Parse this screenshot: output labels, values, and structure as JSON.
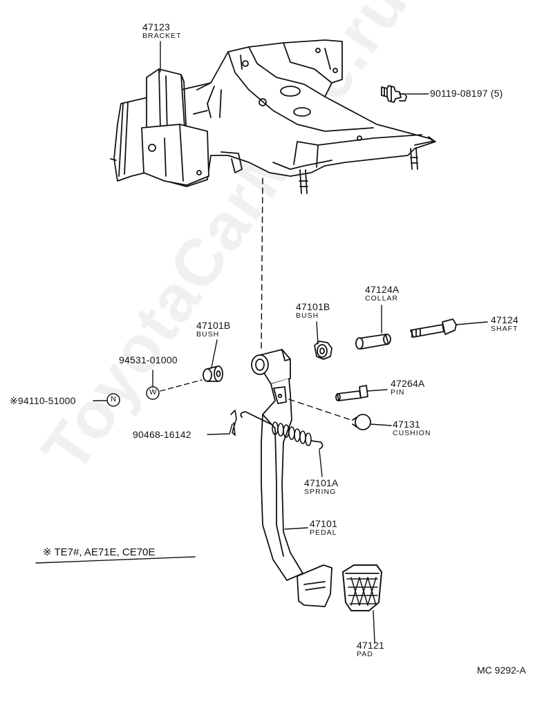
{
  "parts": {
    "bracket": {
      "number": "47123",
      "name": "BRACKET"
    },
    "bolt": {
      "number": "90119-08197 (5)"
    },
    "collar": {
      "number": "47124A",
      "name": "COLLAR"
    },
    "bush_upper": {
      "number": "47101B",
      "name": "BUSH"
    },
    "shaft": {
      "number": "47124",
      "name": "SHAFT"
    },
    "bush_left": {
      "number": "47101B",
      "name": "BUSH"
    },
    "washer": {
      "number": "94531-01000",
      "symbol": "W"
    },
    "nut": {
      "number": "※94110-51000",
      "symbol": "N"
    },
    "pin": {
      "number": "47264A",
      "name": "PIN"
    },
    "clip": {
      "number": "90468-16142"
    },
    "cushion": {
      "number": "47131",
      "name": "CUSHION"
    },
    "spring": {
      "number": "47101A",
      "name": "SPRING"
    },
    "pedal": {
      "number": "47101",
      "name": "PEDAL"
    },
    "pad": {
      "number": "47121",
      "name": "PAD"
    }
  },
  "note": "※ TE7#, AE71E, CE70E",
  "diagram_code": "MC 9292-A",
  "watermark": "ToyotaCarMine.ru"
}
